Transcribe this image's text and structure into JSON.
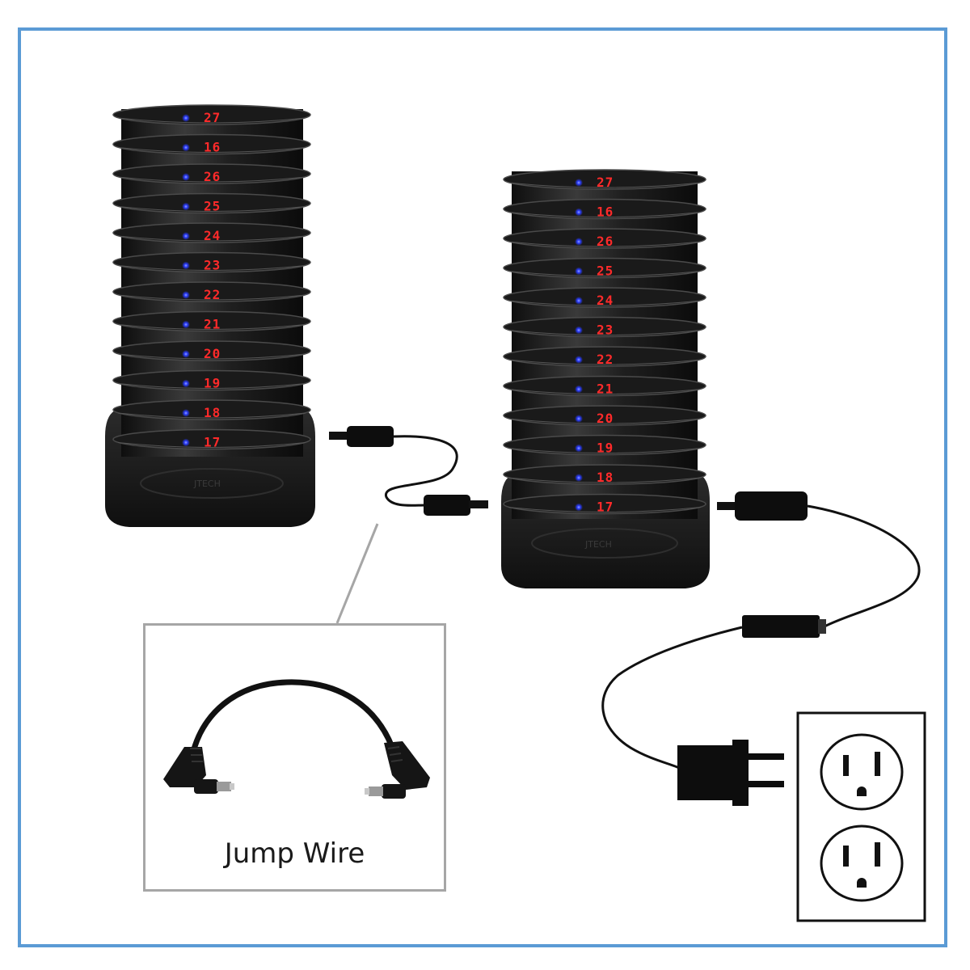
{
  "diagram": {
    "frame_color": "#5b9bd5",
    "inset_border_color": "#a6a6a6",
    "inset_label": "Jump Wire",
    "display_color": "#ff2a2a",
    "led_color": "#2a3cff",
    "left_stack": {
      "name": "pager-stack-left",
      "numbers": [
        "27",
        "16",
        "26",
        "25",
        "24",
        "23",
        "22",
        "21",
        "20",
        "19",
        "18",
        "17"
      ],
      "base_brand": "JTECH"
    },
    "right_stack": {
      "name": "pager-stack-right",
      "numbers": [
        "27",
        "16",
        "26",
        "25",
        "24",
        "23",
        "22",
        "21",
        "20",
        "19",
        "18",
        "17"
      ],
      "base_brand": "JTECH"
    },
    "icons": [
      "jump-wire-icon",
      "power-adapter-icon",
      "power-plug-icon",
      "wall-outlet-icon"
    ]
  }
}
